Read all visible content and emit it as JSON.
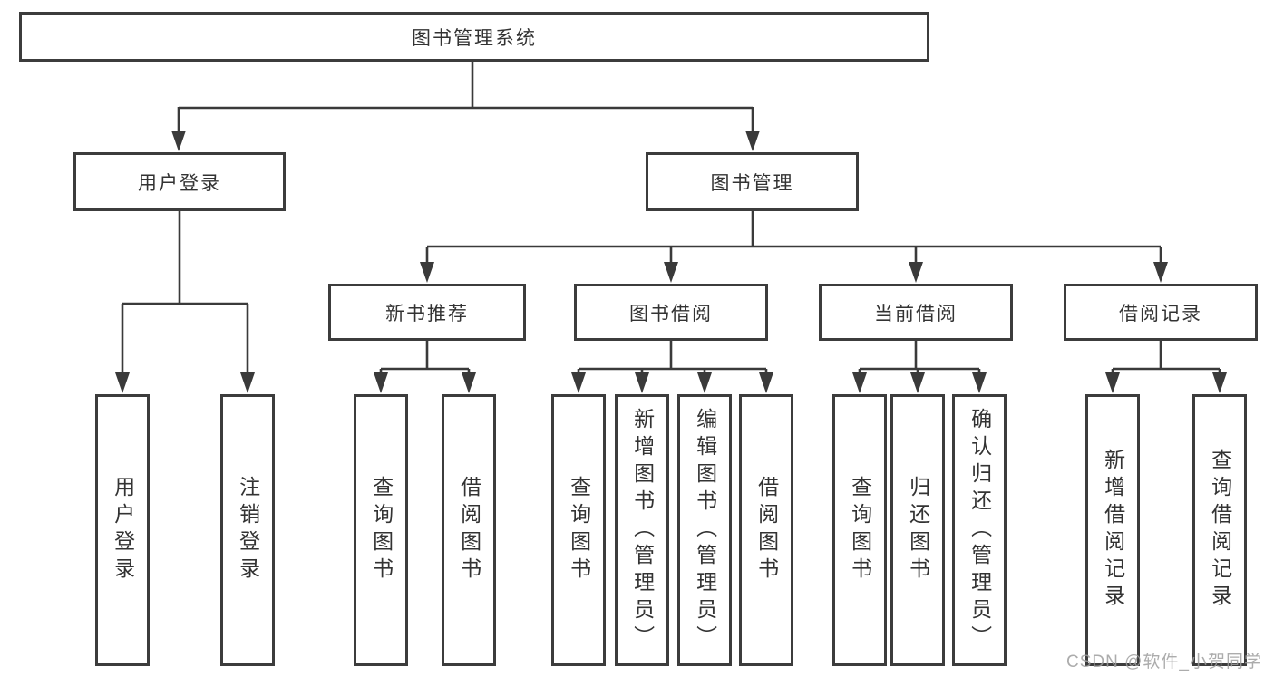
{
  "title": "图书管理系统",
  "branches": [
    {
      "label": "用户登录",
      "children": [
        {
          "label": "用户登录"
        },
        {
          "label": "注销登录"
        }
      ]
    },
    {
      "label": "图书管理",
      "children": [
        {
          "label": "新书推荐",
          "children": [
            {
              "label": "查询图书"
            },
            {
              "label": "借阅图书"
            }
          ]
        },
        {
          "label": "图书借阅",
          "children": [
            {
              "label": "查询图书"
            },
            {
              "label": "新增图书（管理员）"
            },
            {
              "label": "编辑图书（管理员）"
            },
            {
              "label": "借阅图书"
            }
          ]
        },
        {
          "label": "当前借阅",
          "children": [
            {
              "label": "查询图书"
            },
            {
              "label": "归还图书"
            },
            {
              "label": "确认归还（管理员）"
            }
          ]
        },
        {
          "label": "借阅记录",
          "children": [
            {
              "label": "新增借阅记录"
            },
            {
              "label": "查询借阅记录"
            }
          ]
        }
      ]
    }
  ],
  "watermark": "CSDN @软件_小贺同学",
  "colors": {
    "line": "#3a3a3a",
    "box_border": "#3c3c3c",
    "text": "#333333",
    "watermark": "#9e9e9e",
    "background": "#ffffff"
  }
}
